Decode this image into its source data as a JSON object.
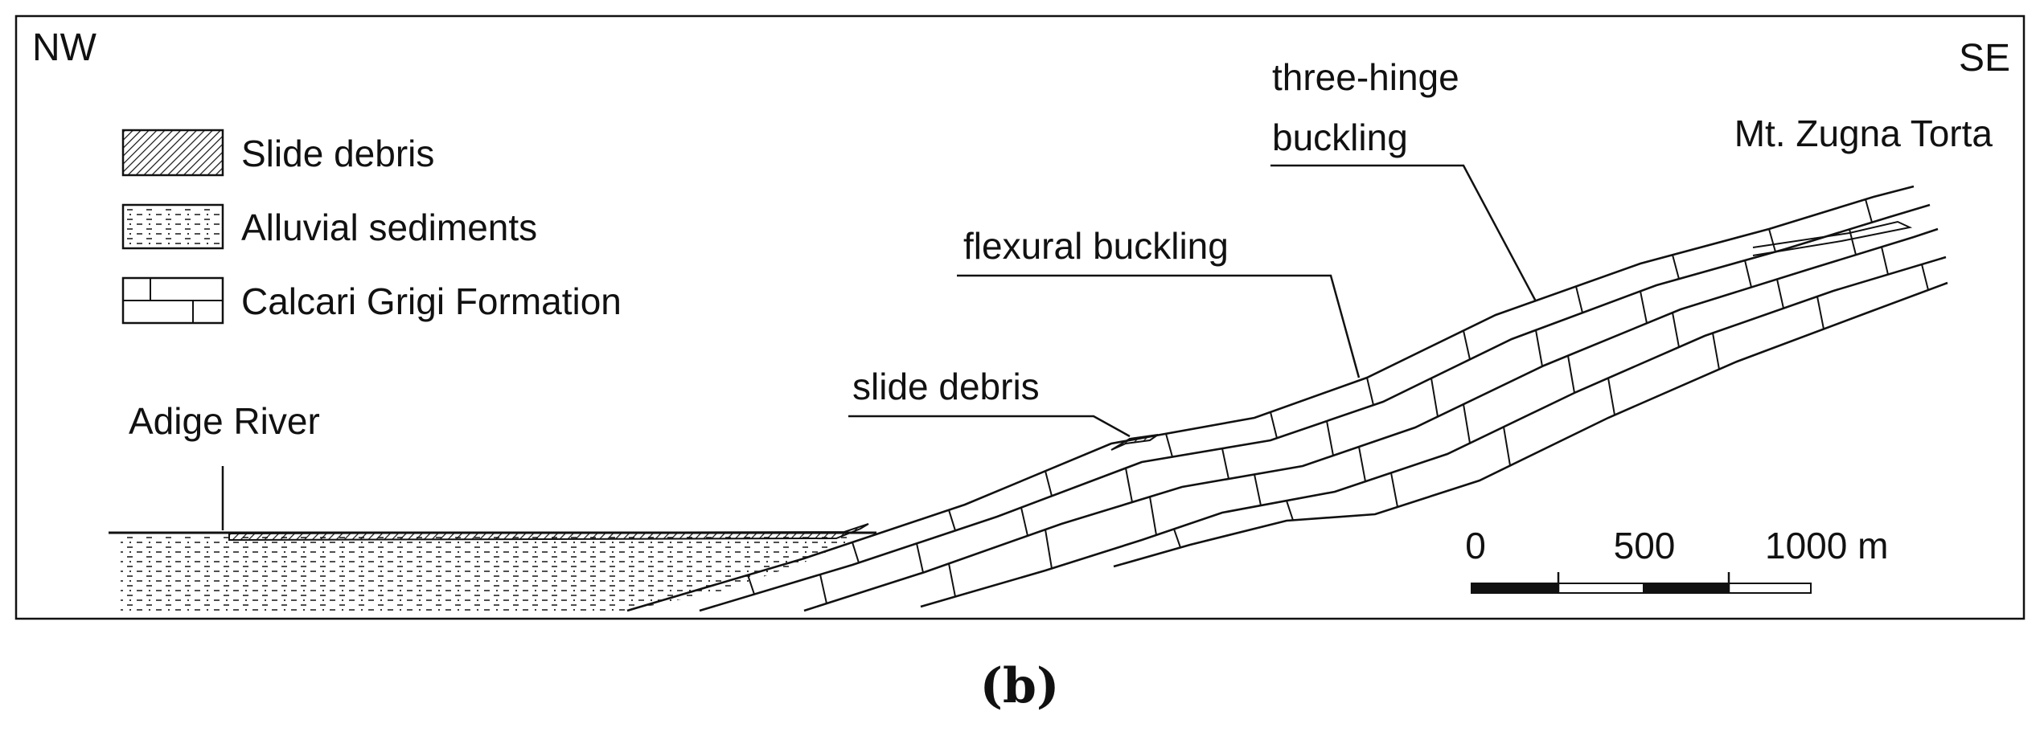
{
  "orientation": {
    "left": "NW",
    "right": "SE"
  },
  "legend": [
    {
      "label": "Slide debris",
      "pattern": "hatched"
    },
    {
      "label": "Alluvial sediments",
      "pattern": "dotted"
    },
    {
      "label": "Calcari Grigi Formation",
      "pattern": "bricks"
    }
  ],
  "annotations": {
    "river": "Adige River",
    "slide_debris": "slide debris",
    "flexural": "flexural buckling",
    "three_hinge_1": "three-hinge",
    "three_hinge_2": "buckling",
    "peak": "Mt. Zugna Torta"
  },
  "scale_bar": {
    "tick_0": "0",
    "tick_500": "500",
    "tick_1000": "1000 m"
  },
  "panel_label": "(b)",
  "colors": {
    "ink": "#111111",
    "background": "#ffffff"
  }
}
